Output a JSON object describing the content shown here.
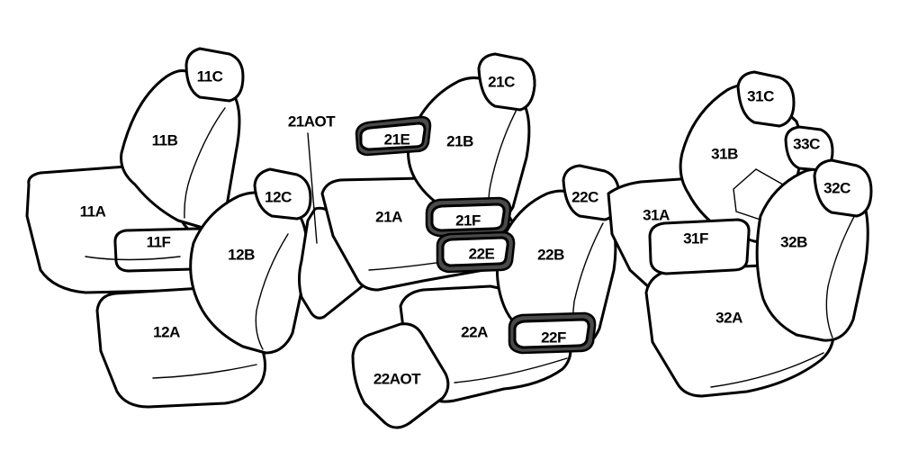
{
  "parts": {
    "p11A": "11A",
    "p11B": "11B",
    "p11C": "11C",
    "p11F": "11F",
    "p12A": "12A",
    "p12B": "12B",
    "p12C": "12C",
    "p21AOT": "21AOT",
    "p21A": "21A",
    "p21B": "21B",
    "p21C": "21C",
    "p21E": "21E",
    "p21F": "21F",
    "p22A": "22A",
    "p22B": "22B",
    "p22C": "22C",
    "p22E": "22E",
    "p22F": "22F",
    "p22AOT": "22AOT",
    "p31A": "31A",
    "p31B": "31B",
    "p31C": "31C",
    "p31F": "31F",
    "p32A": "32A",
    "p32B": "32B",
    "p32C": "32C",
    "p33C": "33C"
  },
  "colors": {
    "line": "#000000",
    "fill": "#ffffff",
    "armrest_dark": "#4a4a4a"
  }
}
